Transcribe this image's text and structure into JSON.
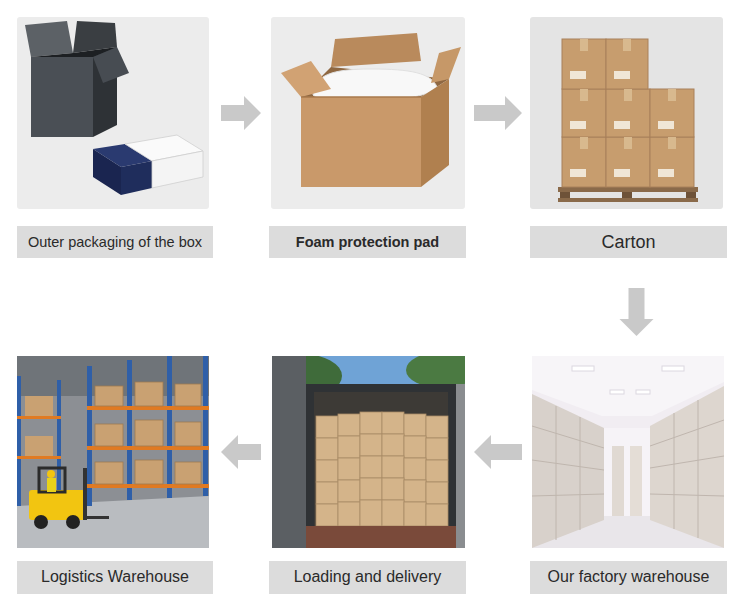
{
  "diagram": {
    "nodes": [
      {
        "text": [
          "Outer packaging of the box"
        ]
      },
      {
        "text": [
          "Foam protection pad"
        ]
      },
      {
        "text": [
          "Carton"
        ]
      },
      {
        "text": [
          "Our factory warehouse"
        ]
      },
      {
        "text": [
          "Loading and delivery"
        ]
      },
      {
        "text": [
          "Logistics Warehouse"
        ]
      }
    ],
    "edges": [
      {
        "from": 0,
        "to": 1,
        "arrow": "to"
      },
      {
        "from": 1,
        "to": 2,
        "arrow": "to"
      },
      {
        "from": 2,
        "to": 3,
        "arrow": "to"
      },
      {
        "from": 3,
        "to": 4,
        "arrow": "to"
      },
      {
        "from": 4,
        "to": 5,
        "arrow": "to"
      }
    ]
  }
}
